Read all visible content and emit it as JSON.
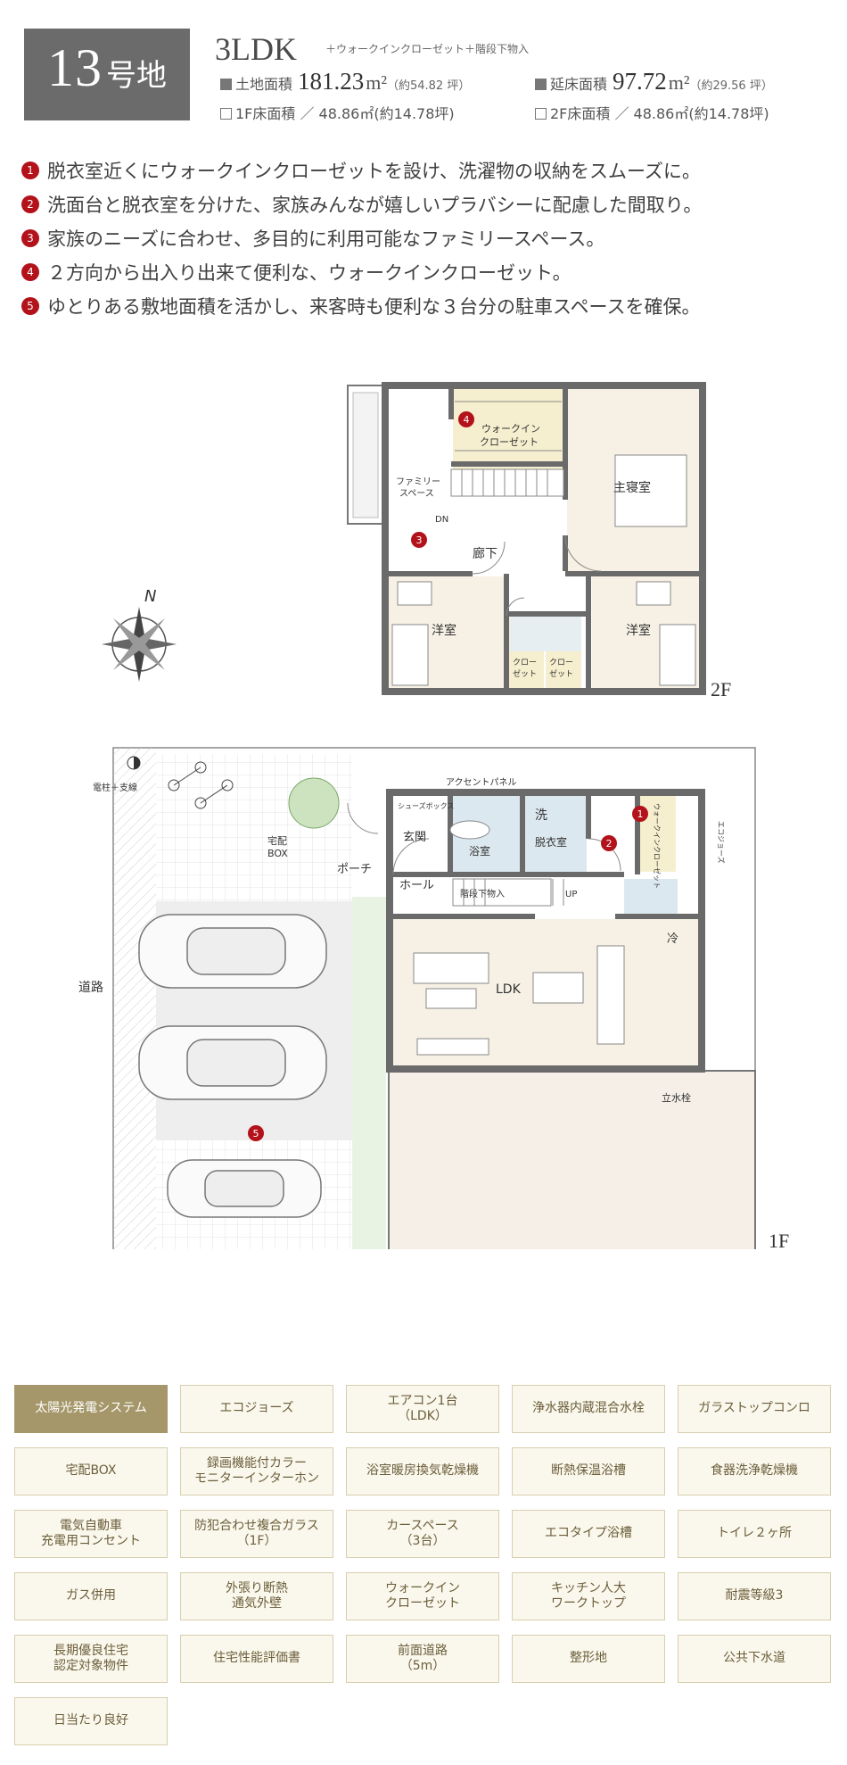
{
  "header": {
    "lot_number": "13",
    "lot_suffix": "号地",
    "plan_type": "3LDK",
    "plan_extra": "＋ウォークインクローゼット＋階段下物入",
    "land_area_label": "土地面積",
    "land_area_value": "181.23",
    "land_area_unit": "m²",
    "land_area_tsubo": "（約54.82 坪）",
    "floor_total_label": "延床面積",
    "floor_total_value": "97.72",
    "floor_total_unit": "m²",
    "floor_total_tsubo": "（約29.56 坪）",
    "floor1_text": "1F床面積 ／ 48.86㎡(約14.78坪)",
    "floor2_text": "2F床面積 ／ 48.86㎡(約14.78坪)"
  },
  "features": [
    {
      "num": "1",
      "text": "脱衣室近くにウォークインクローゼットを設け、洗濯物の収納をスムーズに。"
    },
    {
      "num": "2",
      "text": "洗面台と脱衣室を分けた、家族みんなが嬉しいプラバシーに配慮した間取り。"
    },
    {
      "num": "3",
      "text": "家族のニーズに合わせ、多目的に利用可能なファミリースペース。"
    },
    {
      "num": "4",
      "text": "２方向から出入り出来て便利な、ウォークインクローゼット。"
    },
    {
      "num": "5",
      "text": "ゆとりある敷地面積を活かし、来客時も便利な３台分の駐車スペースを確保。"
    }
  ],
  "floor2": {
    "label": "2F",
    "rooms": {
      "wic": "ウォークイン",
      "wic2": "クローゼット",
      "master": "主寝室",
      "family": "ファミリー",
      "family2": "スペース",
      "dn": "DN",
      "hall": "廊下",
      "west_room": "洋室",
      "east_room": "洋室",
      "closet_a": "クロー",
      "closet_a2": "ゼット",
      "closet_b": "クロー",
      "closet_b2": "ゼット"
    },
    "markers": [
      "4",
      "3"
    ]
  },
  "floor1": {
    "label": "1F",
    "compass": "N",
    "rooms": {
      "pole": "電柱＋支線",
      "delivery": "宅配",
      "delivery2": "BOX",
      "road": "道路",
      "porch": "ポーチ",
      "entrance": "玄関",
      "shoes": "シューズボックス",
      "accent": "アクセントパネル",
      "bath": "浴室",
      "wash": "洗",
      "dressing": "脱衣室",
      "hall": "ホール",
      "storage": "階段下物入",
      "up": "UP",
      "wic": "ウォークインクローゼット",
      "eco": "エコジョーズ",
      "fridge": "冷",
      "ldk": "LDK",
      "faucet": "立水栓"
    },
    "markers": [
      "1",
      "2",
      "5"
    ]
  },
  "equipment": [
    {
      "label": "太陽光発電システム",
      "active": true
    },
    {
      "label": "エコジョーズ",
      "active": false
    },
    {
      "label": "エアコン1台\n（LDK）",
      "active": false
    },
    {
      "label": "浄水器内蔵混合水栓",
      "active": false
    },
    {
      "label": "ガラストップコンロ",
      "active": false
    },
    {
      "label": "宅配BOX",
      "active": false
    },
    {
      "label": "録画機能付カラー\nモニターインターホン",
      "active": false
    },
    {
      "label": "浴室暖房換気乾燥機",
      "active": false
    },
    {
      "label": "断熱保温浴槽",
      "active": false
    },
    {
      "label": "食器洗浄乾燥機",
      "active": false
    },
    {
      "label": "電気自動車\n充電用コンセント",
      "active": false
    },
    {
      "label": "防犯合わせ複合ガラス\n（1F）",
      "active": false
    },
    {
      "label": "カースペース\n（3台）",
      "active": false
    },
    {
      "label": "エコタイプ浴槽",
      "active": false
    },
    {
      "label": "トイレ２ヶ所",
      "active": false
    },
    {
      "label": "ガス併用",
      "active": false
    },
    {
      "label": "外張り断熱\n通気外壁",
      "active": false
    },
    {
      "label": "ウォークイン\nクローゼット",
      "active": false
    },
    {
      "label": "キッチン人大\nワークトップ",
      "active": false
    },
    {
      "label": "耐震等級3",
      "active": false
    },
    {
      "label": "長期優良住宅\n認定対象物件",
      "active": false
    },
    {
      "label": "住宅性能評価書",
      "active": false
    },
    {
      "label": "前面道路\n（5m）",
      "active": false
    },
    {
      "label": "整形地",
      "active": false
    },
    {
      "label": "公共下水道",
      "active": false
    },
    {
      "label": "日当たり良好",
      "active": false
    }
  ]
}
